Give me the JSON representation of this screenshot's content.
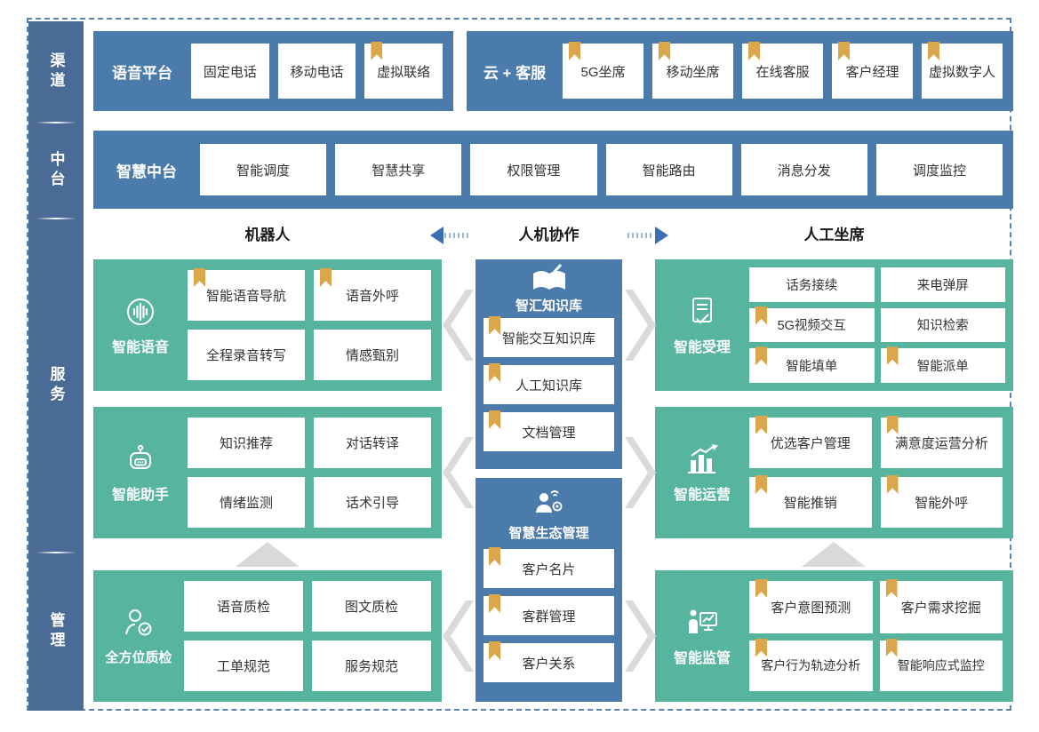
{
  "colors": {
    "steel_blue": "#4b7bab",
    "sidebar_blue": "#4a6b96",
    "teal": "#57b49e",
    "bookmark_gold": "#dca74b",
    "arrow_blue": "#3d6eb4",
    "flow_gray": "#d9d9d9",
    "dash_border": "#5b83b0",
    "item_text": "#333333"
  },
  "sidebar": {
    "items": [
      "渠道",
      "中台",
      "服务",
      "管理"
    ]
  },
  "channel_row": {
    "voice_platform": {
      "title": "语音平台",
      "items": [
        {
          "label": "固定电话",
          "bookmark": false
        },
        {
          "label": "移动电话",
          "bookmark": false
        },
        {
          "label": "虚拟联络",
          "bookmark": true
        }
      ]
    },
    "cloud_service": {
      "title": "云 + 客服",
      "items": [
        {
          "label": "5G坐席",
          "bookmark": true
        },
        {
          "label": "移动坐席",
          "bookmark": true
        },
        {
          "label": "在线客服",
          "bookmark": true
        },
        {
          "label": "客户经理",
          "bookmark": true
        },
        {
          "label": "虚拟数字人",
          "bookmark": true
        }
      ]
    }
  },
  "middle_row": {
    "title": "智慧中台",
    "items": [
      {
        "label": "智能调度",
        "bookmark": false
      },
      {
        "label": "智慧共享",
        "bookmark": false
      },
      {
        "label": "权限管理",
        "bookmark": false
      },
      {
        "label": "智能路由",
        "bookmark": false
      },
      {
        "label": "消息分发",
        "bookmark": false
      },
      {
        "label": "调度监控",
        "bookmark": false
      }
    ]
  },
  "collab_header": {
    "left": "机器人",
    "center": "人机协作",
    "right": "人工坐席",
    "left_arrow_icon": "dashed-arrow-left-icon",
    "right_arrow_icon": "dashed-arrow-right-icon"
  },
  "robot_column": {
    "blocks": [
      {
        "title": "智能语音",
        "icon": "voice-wave-icon",
        "items": [
          {
            "label": "智能语音导航",
            "bookmark": true
          },
          {
            "label": "语音外呼",
            "bookmark": true
          },
          {
            "label": "全程录音转写",
            "bookmark": false
          },
          {
            "label": "情感甄别",
            "bookmark": false
          }
        ]
      },
      {
        "title": "智能助手",
        "icon": "robot-icon",
        "items": [
          {
            "label": "知识推荐",
            "bookmark": false
          },
          {
            "label": "对话转译",
            "bookmark": false
          },
          {
            "label": "情绪监测",
            "bookmark": false
          },
          {
            "label": "话术引导",
            "bookmark": false
          }
        ]
      },
      {
        "title": "全方位质检",
        "icon": "quality-inspector-icon",
        "items": [
          {
            "label": "语音质检",
            "bookmark": false
          },
          {
            "label": "图文质检",
            "bookmark": false
          },
          {
            "label": "工单规范",
            "bookmark": false
          },
          {
            "label": "服务规范",
            "bookmark": false
          }
        ]
      }
    ]
  },
  "center_column": {
    "blocks": [
      {
        "title": "智汇知识库",
        "icon": "knowledge-book-icon",
        "items": [
          {
            "label": "智能交互知识库",
            "bookmark": true
          },
          {
            "label": "人工知识库",
            "bookmark": true
          },
          {
            "label": "文档管理",
            "bookmark": true
          }
        ]
      },
      {
        "title": "智慧生态管理",
        "icon": "ecosystem-person-icon",
        "items": [
          {
            "label": "客户名片",
            "bookmark": true
          },
          {
            "label": "客群管理",
            "bookmark": true
          },
          {
            "label": "客户关系",
            "bookmark": true
          }
        ]
      }
    ]
  },
  "agent_column": {
    "blocks": [
      {
        "title": "智能受理",
        "icon": "document-check-icon",
        "items": [
          {
            "label": "话务接续",
            "bookmark": false
          },
          {
            "label": "来电弹屏",
            "bookmark": false
          },
          {
            "label": "5G视频交互",
            "bookmark": true
          },
          {
            "label": "知识检索",
            "bookmark": false
          },
          {
            "label": "智能填单",
            "bookmark": true
          },
          {
            "label": "智能派单",
            "bookmark": true
          }
        ]
      },
      {
        "title": "智能运营",
        "icon": "growth-chart-icon",
        "items": [
          {
            "label": "优选客户管理",
            "bookmark": true
          },
          {
            "label": "满意度运营分析",
            "bookmark": true
          },
          {
            "label": "智能推销",
            "bookmark": true
          },
          {
            "label": "智能外呼",
            "bookmark": true
          }
        ]
      },
      {
        "title": "智能监管",
        "icon": "supervision-board-icon",
        "items": [
          {
            "label": "客户意图预测",
            "bookmark": true
          },
          {
            "label": "客户需求挖掘",
            "bookmark": true
          },
          {
            "label": "客户行为轨迹分析",
            "bookmark": true
          },
          {
            "label": "智能响应式监控",
            "bookmark": true
          }
        ]
      }
    ]
  }
}
